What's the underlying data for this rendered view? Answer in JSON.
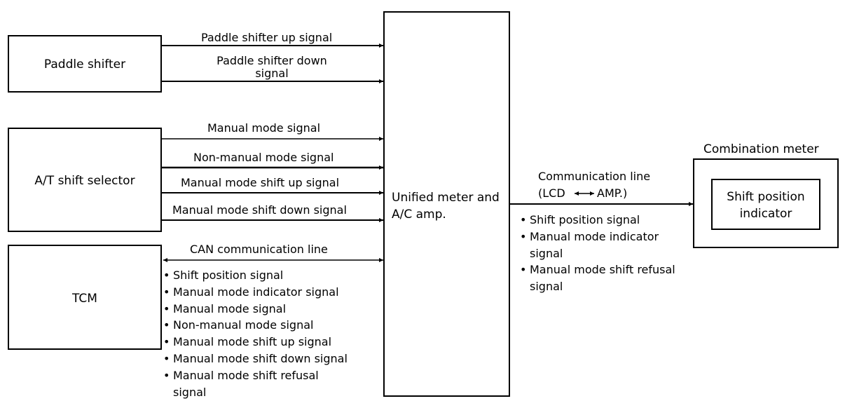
{
  "blocks": {
    "paddle_shifter": "Paddle shifter",
    "at_shift_selector": "A/T shift selector",
    "tcm": "TCM",
    "unified_meter_line1": "Unified meter and",
    "unified_meter_line2": "A/C amp.",
    "combination_meter": "Combination meter",
    "shift_position_indicator_line1": "Shift position",
    "shift_position_indicator_line2": "indicator"
  },
  "signals": {
    "paddle_up": "Paddle shifter up signal",
    "paddle_down_line1": "Paddle shifter down",
    "paddle_down_line2": "signal",
    "manual_mode": "Manual mode signal",
    "non_manual_mode": "Non-manual mode signal",
    "manual_shift_up": "Manual mode shift up signal",
    "manual_shift_down": "Manual mode shift down signal",
    "can_line": "CAN communication line",
    "comm_line_line1": "Communication line",
    "comm_line_lcd": "(LCD",
    "comm_line_amp": "AMP.)"
  },
  "can_signal_list": [
    "Shift position signal",
    "Manual mode indicator signal",
    "Manual mode signal",
    "Non-manual mode signal",
    "Manual mode shift up signal",
    "Manual mode shift down signal",
    "Manual mode shift refusal",
    "signal"
  ],
  "comm_signal_list": [
    "Shift position signal",
    "Manual mode indicator",
    "signal",
    "Manual mode shift refusal",
    "signal"
  ],
  "bullet_char": "•"
}
